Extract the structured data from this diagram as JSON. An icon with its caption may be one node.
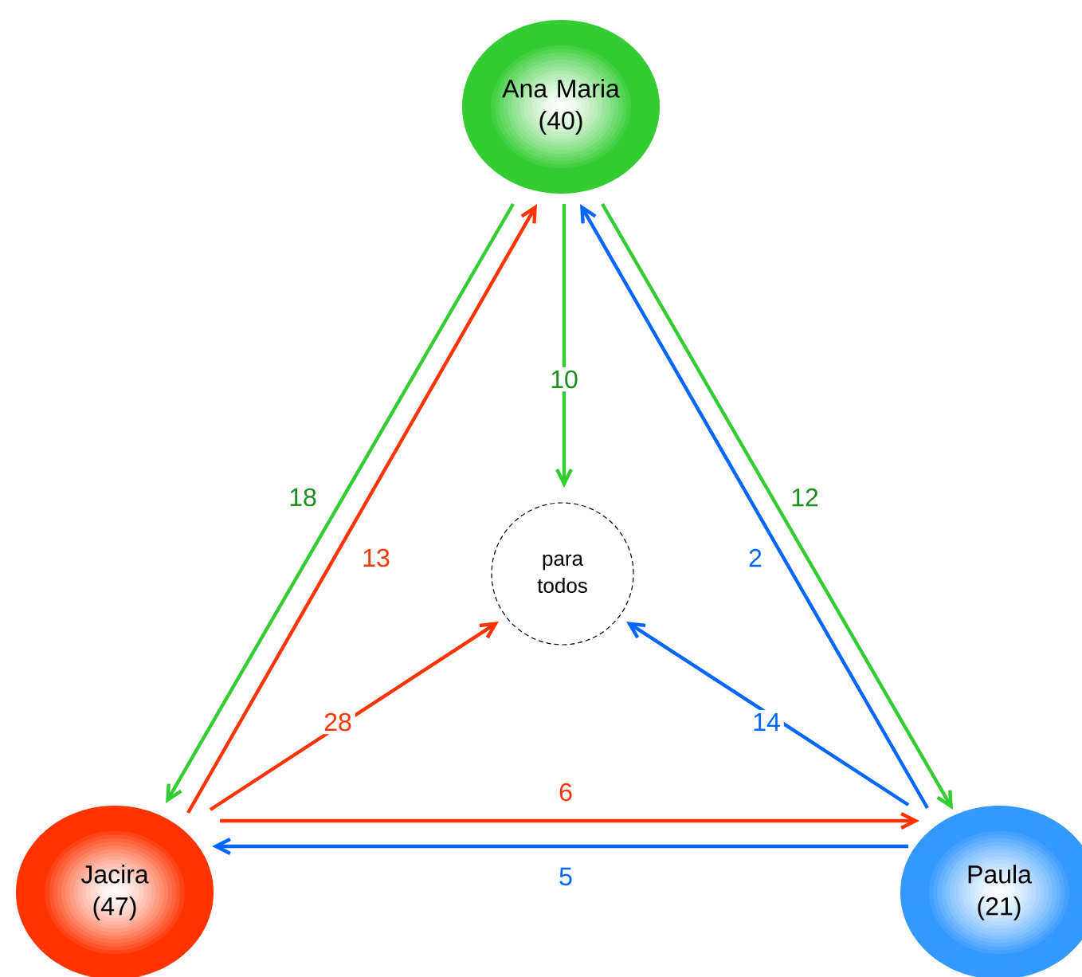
{
  "diagram": {
    "nodes": [
      {
        "text": [
          "Ana Maria (40)"
        ]
      },
      {
        "text": [
          "para todos"
        ]
      },
      {
        "text": [
          "Jacira (47)"
        ]
      },
      {
        "text": [
          "Paula (21)"
        ]
      }
    ],
    "edges": [
      {
        "from": 0,
        "to": 2,
        "arrow": "to",
        "label": "18",
        "color": "#33cc33"
      },
      {
        "from": 2,
        "to": 0,
        "arrow": "to",
        "label": "13",
        "color": "#ff3300"
      },
      {
        "from": 0,
        "to": 1,
        "arrow": "to",
        "label": "10",
        "color": "#33cc33"
      },
      {
        "from": 3,
        "to": 0,
        "arrow": "to",
        "label": "2",
        "color": "#0066ff"
      },
      {
        "from": 0,
        "to": 3,
        "arrow": "to",
        "label": "12",
        "color": "#33cc33"
      },
      {
        "from": 2,
        "to": 1,
        "arrow": "to",
        "label": "28",
        "color": "#ff3300"
      },
      {
        "from": 3,
        "to": 1,
        "arrow": "to",
        "label": "14",
        "color": "#0066ff"
      },
      {
        "from": 2,
        "to": 3,
        "arrow": "to",
        "label": "6",
        "color": "#ff3300"
      },
      {
        "from": 3,
        "to": 2,
        "arrow": "to",
        "label": "5",
        "color": "#0066ff"
      }
    ]
  }
}
